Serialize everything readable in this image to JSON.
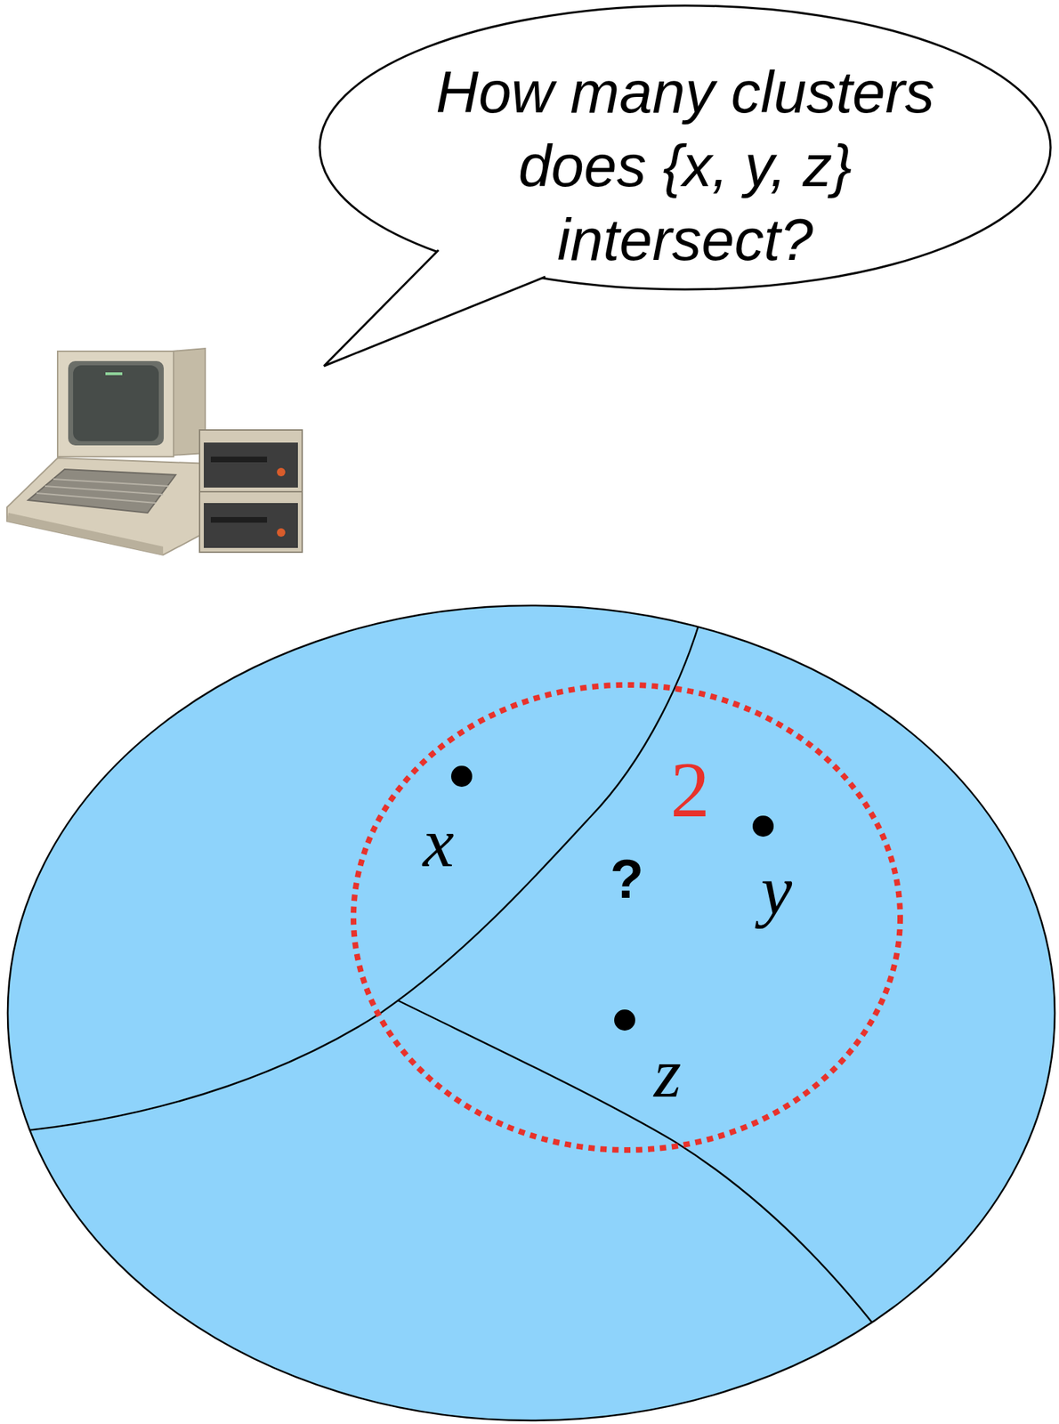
{
  "diagram": {
    "nodes": [
      {
        "text": [
          "How many clusters does {x, y, z} intersect?"
        ]
      }
    ],
    "labels": [
      "2",
      "x",
      "?",
      "y",
      "z"
    ]
  }
}
